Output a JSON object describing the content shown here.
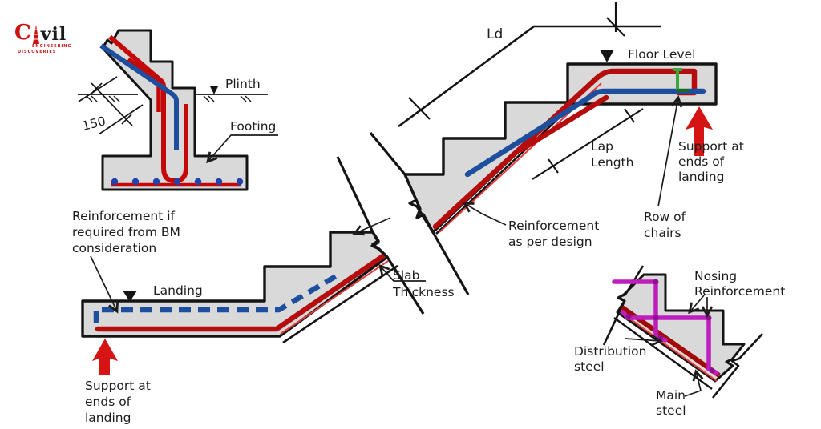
{
  "logo": {
    "brand_c": "C",
    "brand_rest": "vil",
    "line1": "ENGINEERING",
    "line2": "DISCOVERIES"
  },
  "colors": {
    "concrete": "#d9d9d9",
    "outline": "#141414",
    "main_bar_red": "#b50d0d",
    "bar_highlight_red": "#e23b3b",
    "distribution_bar_blue": "#1d4f9e",
    "nosing_bar_magenta": "#bd1ebd",
    "chair_green": "#3aa83a",
    "support_arrow_red": "#d61414",
    "label_text": "#1c1c1c"
  },
  "main_section": {
    "labels": {
      "ld": "Ld",
      "floor_level": "Floor Level",
      "lap_length": [
        "Lap",
        "Length"
      ],
      "support_right": [
        "Support at",
        "ends of",
        "landing"
      ],
      "row_of_chairs": [
        "Row of",
        "chairs"
      ],
      "reinforcement_design": [
        "Reinforcement",
        "as per design"
      ],
      "slab_thickness": [
        "Slab",
        "Thickness"
      ],
      "reinforcement_bm": [
        "Reinforcement if",
        "required from BM",
        "consideration"
      ],
      "landing": "Landing",
      "support_left": [
        "Support at",
        "ends of",
        "landing"
      ]
    }
  },
  "footing_detail": {
    "labels": {
      "plinth": "Plinth",
      "dim_150": "150",
      "footing": "Footing"
    }
  },
  "nosing_detail": {
    "labels": {
      "nosing": [
        "Nosing",
        "Reinforcement"
      ],
      "distribution": [
        "Distribution",
        "steel"
      ],
      "main_steel": [
        "Main",
        "steel"
      ]
    }
  }
}
